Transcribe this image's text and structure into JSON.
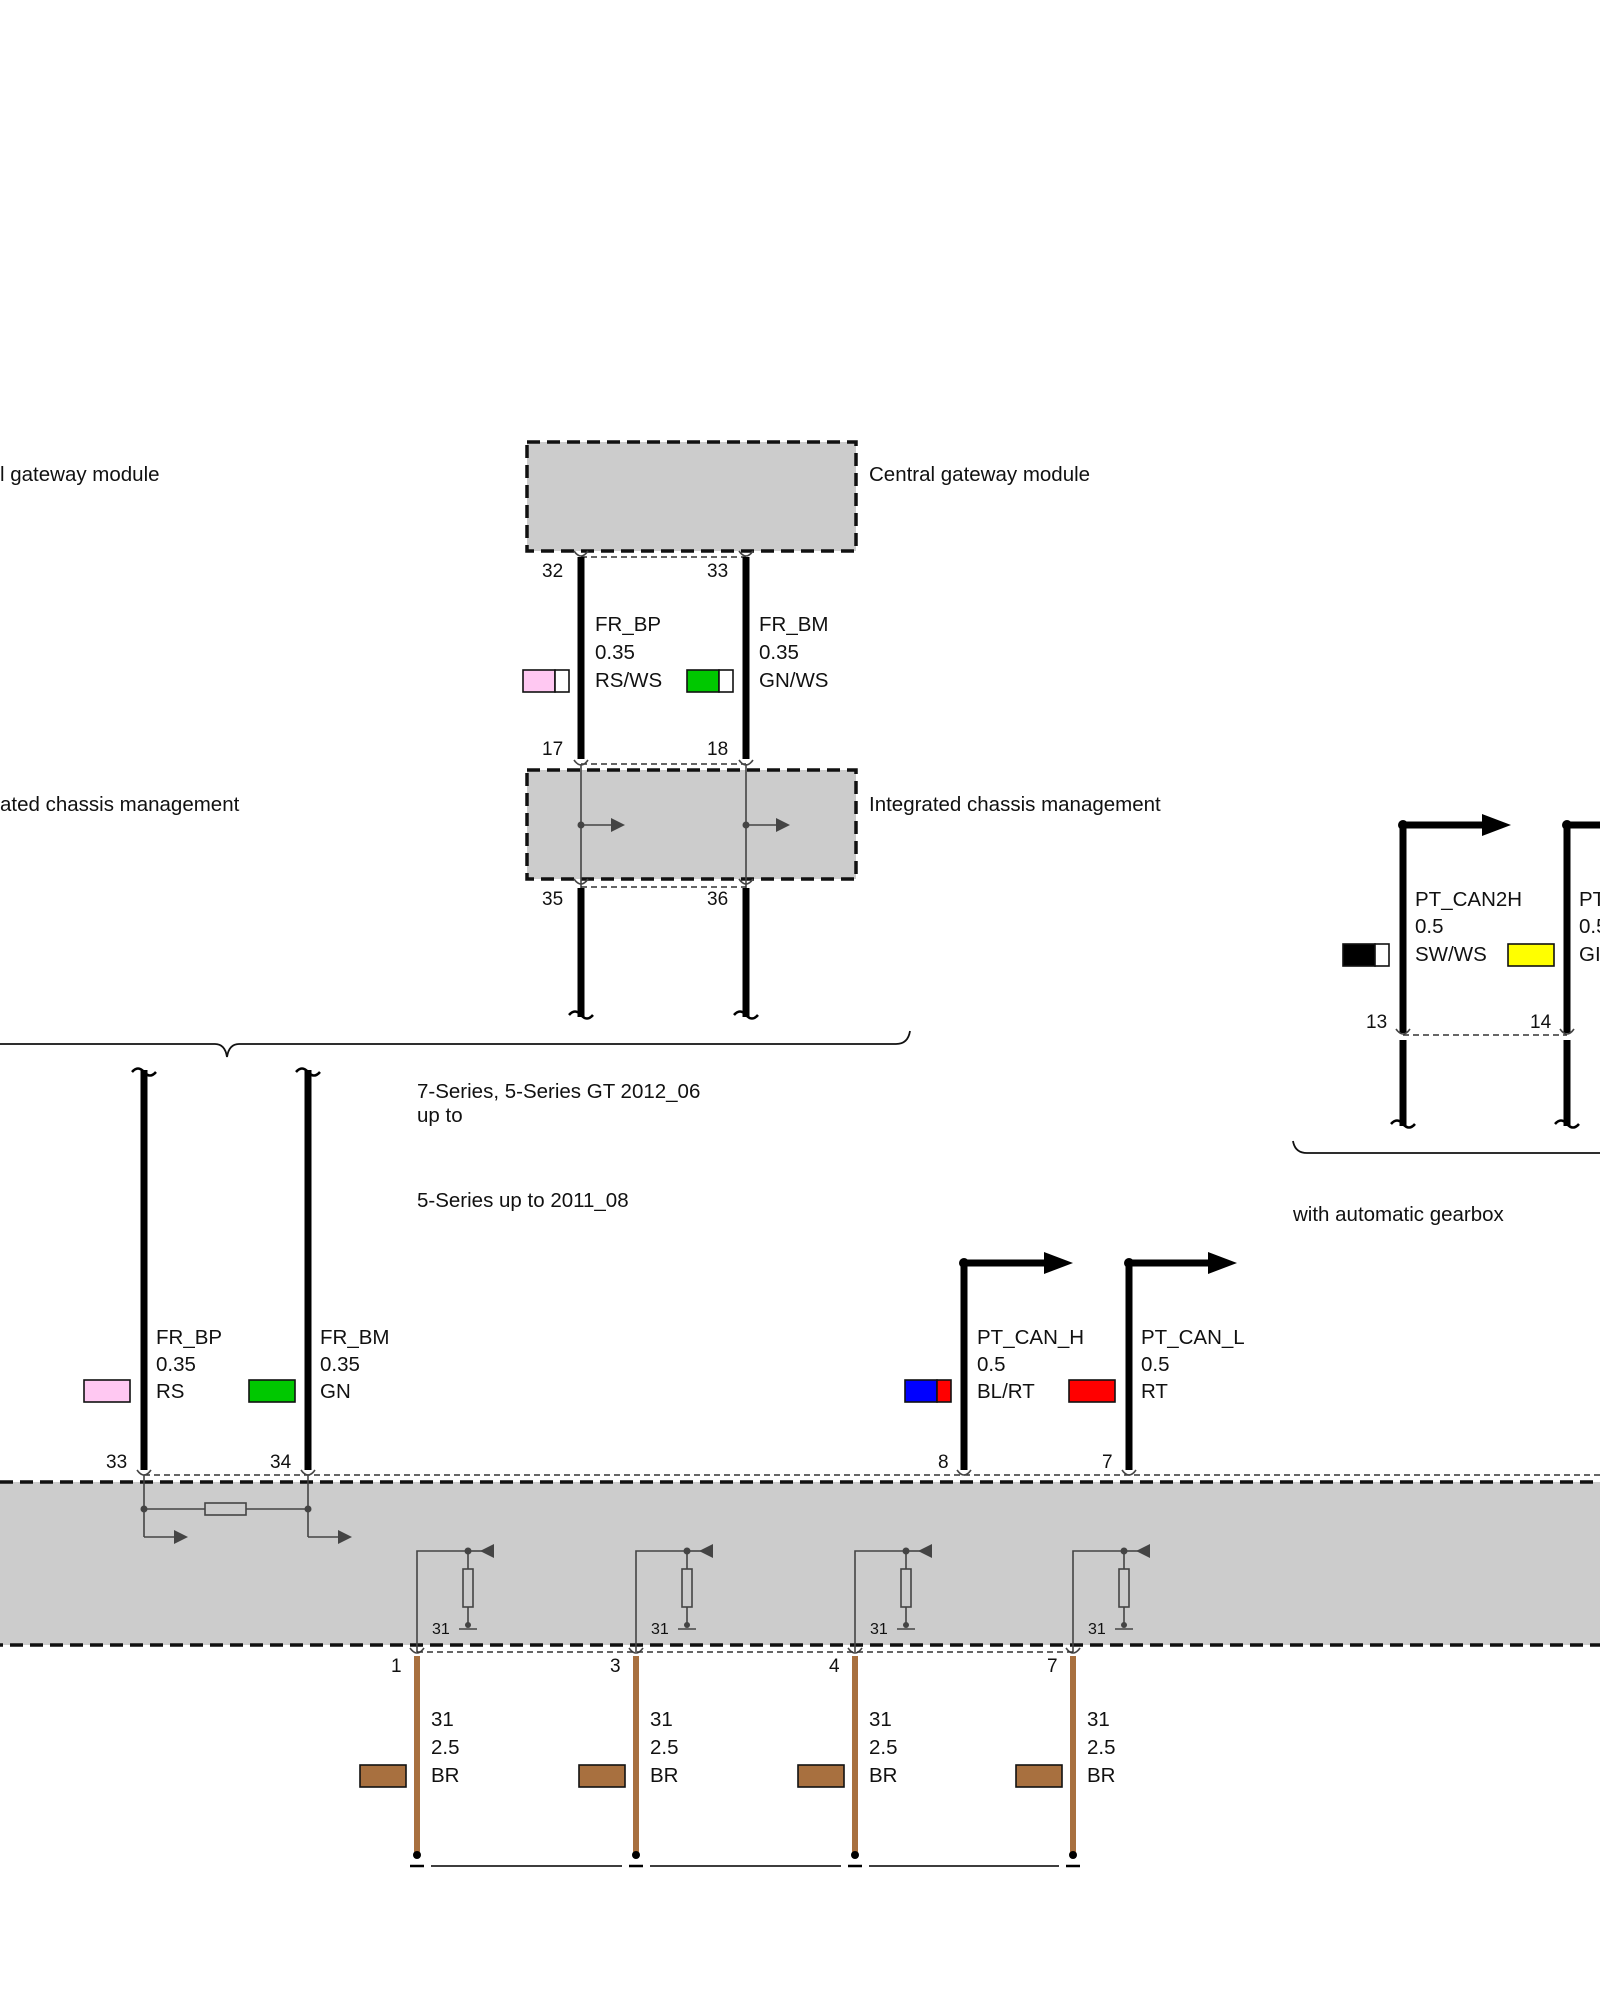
{
  "modules": {
    "gateway_left_label": "l gateway module",
    "gateway_label": "Central gateway module",
    "icm_left_label": "ated chassis management",
    "icm_label": "Integrated chassis management",
    "ecu_pins_top": [
      "33",
      "34",
      "8",
      "7"
    ],
    "ecu_ground_pins": [
      "1",
      "3",
      "4",
      "7"
    ],
    "ecu_ground_marks": [
      "31",
      "31",
      "31",
      "31"
    ]
  },
  "wires": {
    "gw_icm": [
      {
        "pin_top": "32",
        "pin_bottom": "17",
        "pin_out": "35",
        "signal": "FR_BP",
        "size": "0.35",
        "color_code": "RS/WS",
        "swatch": [
          "#ffc8f2",
          "#ffffff"
        ]
      },
      {
        "pin_top": "33",
        "pin_bottom": "18",
        "pin_out": "36",
        "signal": "FR_BM",
        "size": "0.35",
        "color_code": "GN/WS",
        "swatch": [
          "#00c800",
          "#ffffff"
        ]
      }
    ],
    "pt_can2": [
      {
        "pin": "13",
        "signal": "PT_CAN2H",
        "size": "0.5",
        "color_code": "SW/WS",
        "swatch": [
          "#000000",
          "#ffffff"
        ]
      },
      {
        "pin": "14",
        "signal": "PT",
        "size": "0.5",
        "color_code": "GI",
        "swatch": [
          "#ffff00"
        ]
      }
    ],
    "flexray": [
      {
        "pin": "33",
        "signal": "FR_BP",
        "size": "0.35",
        "color_code": "RS",
        "swatch": [
          "#ffc8f2"
        ]
      },
      {
        "pin": "34",
        "signal": "FR_BM",
        "size": "0.35",
        "color_code": "GN",
        "swatch": [
          "#00c800"
        ]
      }
    ],
    "pt_can": [
      {
        "pin": "8",
        "signal": "PT_CAN_H",
        "size": "0.5",
        "color_code": "BL/RT",
        "swatch": [
          "#0000ff",
          "#ff0000"
        ]
      },
      {
        "pin": "7",
        "signal": "PT_CAN_L",
        "size": "0.5",
        "color_code": "RT",
        "swatch": [
          "#ff0000"
        ]
      }
    ],
    "ground": [
      {
        "pin": "1",
        "signal": "31",
        "size": "2.5",
        "color_code": "BR",
        "swatch": [
          "#a8703f"
        ]
      },
      {
        "pin": "3",
        "signal": "31",
        "size": "2.5",
        "color_code": "BR",
        "swatch": [
          "#a8703f"
        ]
      },
      {
        "pin": "4",
        "signal": "31",
        "size": "2.5",
        "color_code": "BR",
        "swatch": [
          "#a8703f"
        ]
      },
      {
        "pin": "7",
        "signal": "31",
        "size": "2.5",
        "color_code": "BR",
        "swatch": [
          "#a8703f"
        ]
      }
    ]
  },
  "notes": {
    "variant_line1": "7-Series, 5-Series GT 2012_06",
    "variant_line2": "up to",
    "variant_5series": "5-Series up to 2011_08",
    "automatic": "with automatic gearbox"
  }
}
